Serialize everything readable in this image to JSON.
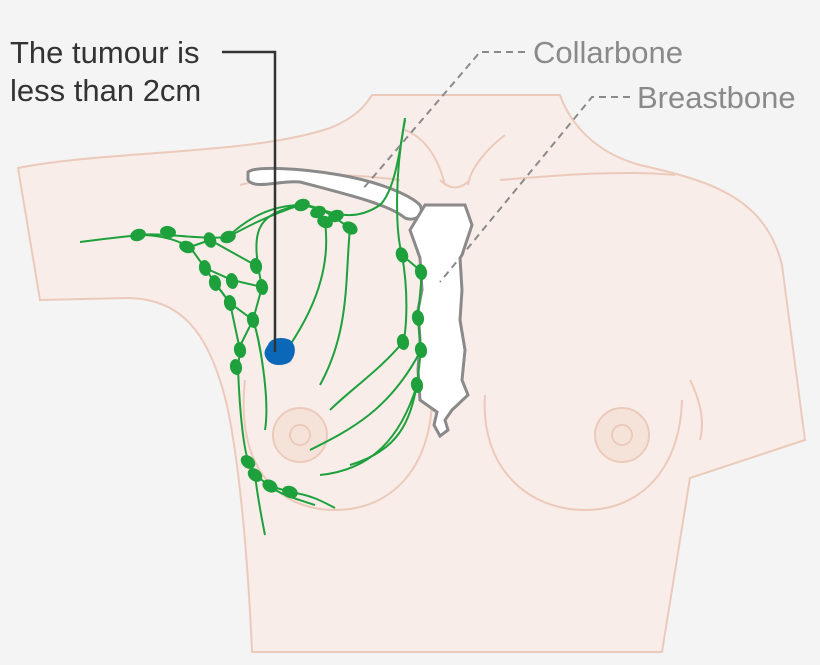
{
  "labels": {
    "tumour_line1": "The tumour is",
    "tumour_line2": "less than 2cm",
    "collarbone": "Collarbone",
    "breastbone": "Breastbone"
  },
  "colors": {
    "background": "#f4f4f4",
    "skin": "#f8ede8",
    "skin_outline": "#eccabb",
    "lymph": "#1ea03c",
    "tumour": "#0b68b8",
    "bone_outline": "#8a8a8a",
    "label_text": "#333333",
    "callout_text": "#8a8a8a"
  },
  "icons": [
    "lymph-node-icon",
    "tumour-icon",
    "collarbone-icon",
    "breastbone-icon"
  ]
}
